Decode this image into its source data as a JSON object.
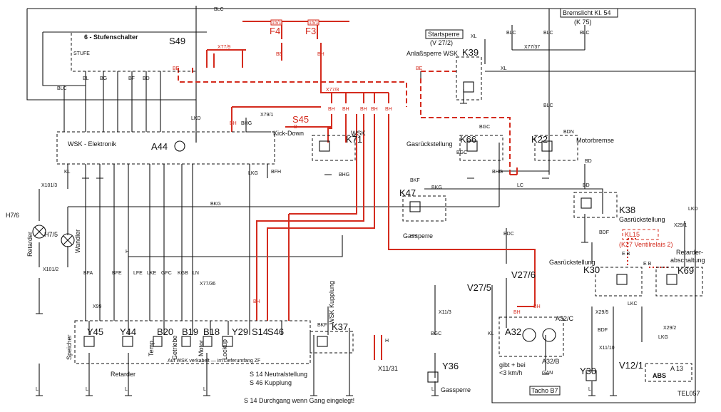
{
  "diagram": {
    "ref_id": "TEL057",
    "labels": {
      "bremslicht": "Bremslicht Kl. 54",
      "k75": "(K 75)",
      "startsperre": "Startsperre",
      "v27_2": "(V 27/2)",
      "anlass": "Anlaßsperre WSK",
      "k39": "K39",
      "stufenschalter": "6 - Stufenschalter",
      "s49": "S49",
      "stufe": "STUFE",
      "wsk_elektronik": "WSK - Elektronik",
      "a44": "A44",
      "kickdown": "Kick-Down",
      "s45": "S45",
      "wsk": "WSK",
      "k71": "K71",
      "gasrueck": "Gasrückstellung",
      "k66": "K66",
      "k22": "K22",
      "motorbremse": "Motorbremse",
      "k47": "K47",
      "gassperre": "Gassperre",
      "k38": "K38",
      "gasrueck2": "Gasrückstellung",
      "kl15": "KL15",
      "k27": "(K27 Ventilrelais 2)",
      "retarder_abs": "Retarder-\nabschaltung",
      "k30": "K30",
      "k69": "K69",
      "gasrueck3": "Gasrückstellung",
      "h7_6": "H7/6",
      "h7_5": "H7/5",
      "retarder_v": "Retarder",
      "wandler_v": "Wandler",
      "y45": "Y45",
      "y44": "Y44",
      "b20": "B20",
      "b19": "B19",
      "b18": "B18",
      "y29": "Y29",
      "s14": "S14",
      "s46": "S46",
      "speicher": "Speicher",
      "retarder": "Retarder",
      "temp": "Temp.",
      "getriebe": "Getriebe",
      "motor": "Motor",
      "lockup": "Lockup",
      "auf_wsk": "Auf WSK verkabelt — im Lieferumfang ZF",
      "s14_neutral": "S 14 Neutralstellung",
      "s46_kupplung": "S 46 Kupplung",
      "s14_durchgang": "S 14 Durchgang wenn Gang eingelegt!",
      "k37": "K37",
      "wsk_kupplung": "WSK Kupplung",
      "x11_31": "X11/31",
      "y36": "Y36",
      "gassperre2": "Gassperre",
      "v27_5": "V27/5",
      "v27_6": "V27/6",
      "a32": "A32",
      "a32c": "A32/C",
      "a32b": "A32/B",
      "gibt": "gibt + bei",
      "kmh": "<3 km/h",
      "tacho": "Tacho B7",
      "gan": "GAN",
      "y30": "Y30",
      "v12_1": "V12/1",
      "abs": "ABS",
      "a13": "A 13",
      "f3": "F3",
      "f4": "F4",
      "x77_9": "X77/9",
      "x77_8": "X77/8",
      "x77_37": "X77/37",
      "x79_1": "X79/1",
      "x101_3": "X101/3",
      "x101_2": "X101/2",
      "x29_1": "X29/1",
      "x29_2": "X29/2",
      "x29_5": "X29/5",
      "x99": "X99",
      "x11_3": "X11/3",
      "x77_36": "X77/36",
      "x11_10": "X11/10",
      "fuse_top1": "15/1",
      "fuse_top2": "15/1"
    },
    "wire_codes": {
      "blc": "BLC",
      "lkd": "LKD",
      "lk": "LK",
      "bl": "BL",
      "bg": "BG",
      "bf": "BF",
      "bd": "BD",
      "be": "BE",
      "bh": "BH",
      "bhg": "BHG",
      "bgc": "BGC",
      "bdn": "BDN",
      "bdc": "BDC",
      "bdf": "BDF",
      "bkf": "BKF",
      "bkg": "BKG",
      "bfa": "BFA",
      "bfe": "BFE",
      "lfe": "LFE",
      "lke": "LKE",
      "gfc": "GFC",
      "kgb": "KGB",
      "ln": "LN",
      "lkg": "LKG",
      "bfh": "BFH",
      "kl": "KL",
      "h": "H",
      "lc": "LC",
      "lkc": "LKC",
      "eb": "E B",
      "xl": "XL",
      "b": "B",
      "l": "L"
    },
    "legend": {
      "ground": "L"
    }
  }
}
